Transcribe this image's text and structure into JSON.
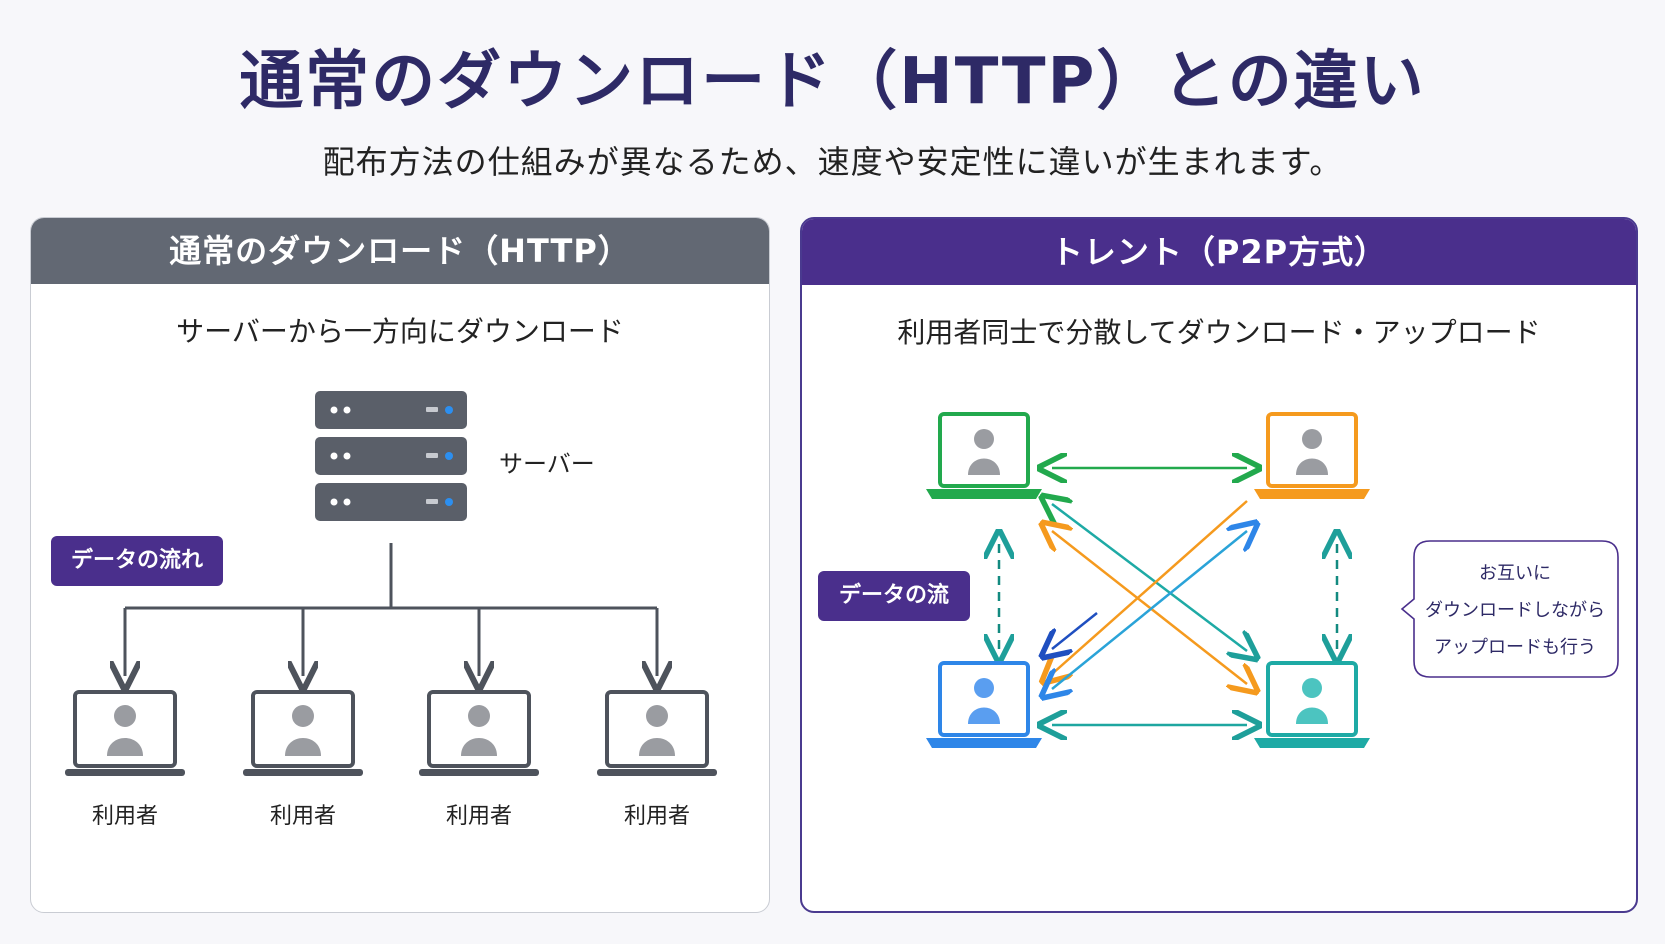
{
  "title": "通常のダウンロード（HTTP）との違い",
  "subtitle": "配布方法の仕組みが異なるため、速度や安定性に違いが生まれます。",
  "left_panel": {
    "header": "通常のダウンロード（HTTP）",
    "caption": "サーバーから一方向にダウンロード",
    "server_label": "サーバー",
    "badge": "データの流れ",
    "users": [
      "利用者",
      "利用者",
      "利用者",
      "利用者"
    ],
    "colors": {
      "header": "#626873",
      "icon": "#4e535c",
      "accent": "#2c8ff0"
    }
  },
  "right_panel": {
    "header": "トレント（P2P方式）",
    "caption": "利用者同士で分散してダウンロード・アップロード",
    "badge": "データの流れ",
    "bubble_lines": [
      "お互いに",
      "ダウンロードしながら",
      "アップロードも行う"
    ],
    "peer_colors": {
      "top_left": "#22a94d",
      "top_right": "#f59a1e",
      "bottom_left": "#2e86e8",
      "bottom_right": "#1eaaa5"
    },
    "colors": {
      "header": "#4a2f8c"
    }
  }
}
